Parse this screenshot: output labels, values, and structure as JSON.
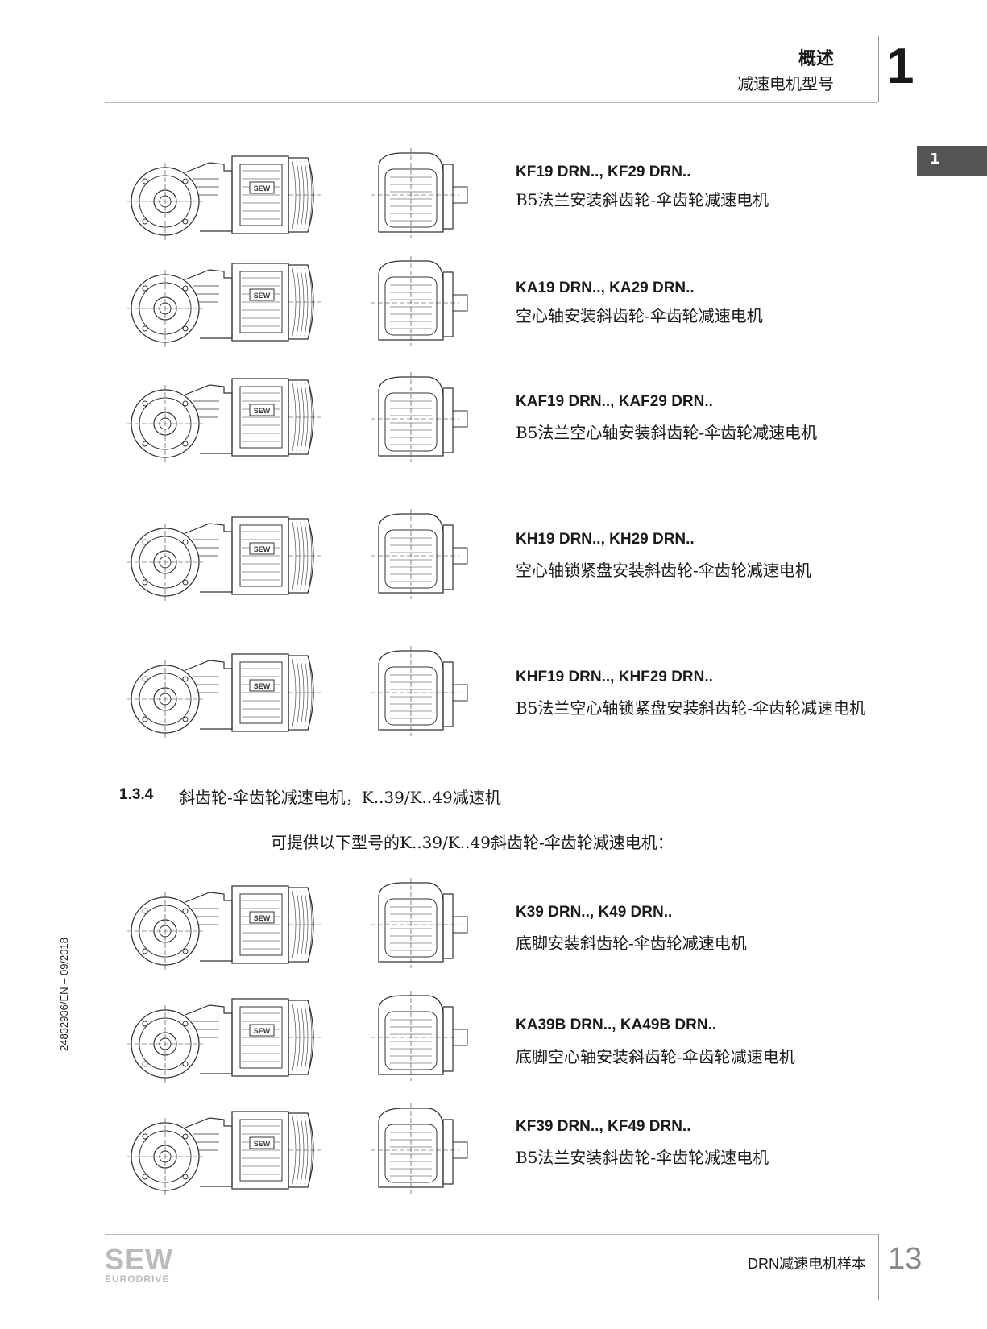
{
  "header": {
    "title": "概述",
    "subtitle": "减速电机型号",
    "chapter": "1"
  },
  "side_tab": "1",
  "side_code": "24832936/EN – 09/2018",
  "items_top": [
    {
      "code": "KF19 DRN.., KF29 DRN..",
      "desc": "B5法兰安装斜齿轮-伞齿轮减速电机"
    },
    {
      "code": "KA19 DRN.., KA29 DRN..",
      "desc": "空心轴安装斜齿轮-伞齿轮减速电机"
    },
    {
      "code": "KAF19 DRN.., KAF29 DRN..",
      "desc": "B5法兰空心轴安装斜齿轮-伞齿轮减速电机"
    },
    {
      "code": "KH19 DRN.., KH29 DRN..",
      "desc": "空心轴锁紧盘安装斜齿轮-伞齿轮减速电机"
    },
    {
      "code": "KHF19 DRN.., KHF29 DRN..",
      "desc": "B5法兰空心轴锁紧盘安装斜齿轮-伞齿轮减速电机"
    }
  ],
  "section": {
    "number": "1.3.4",
    "title": "斜齿轮-伞齿轮减速电机，K..39/K..49减速机",
    "intro": "可提供以下型号的K..39/K..49斜齿轮-伞齿轮减速电机："
  },
  "items_bottom": [
    {
      "code": "K39 DRN.., K49 DRN..",
      "desc": "底脚安装斜齿轮-伞齿轮减速电机"
    },
    {
      "code": "KA39B DRN.., KA49B DRN..",
      "desc": "底脚空心轴安装斜齿轮-伞齿轮减速电机"
    },
    {
      "code": "KF39 DRN.., KF49 DRN..",
      "desc": "B5法兰安装斜齿轮-伞齿轮减速电机"
    }
  ],
  "motor_label": "SEW",
  "footer": {
    "title": "DRN减速电机样本",
    "page": "13",
    "logo_top": "SEW",
    "logo_bottom": "EURODRIVE"
  }
}
